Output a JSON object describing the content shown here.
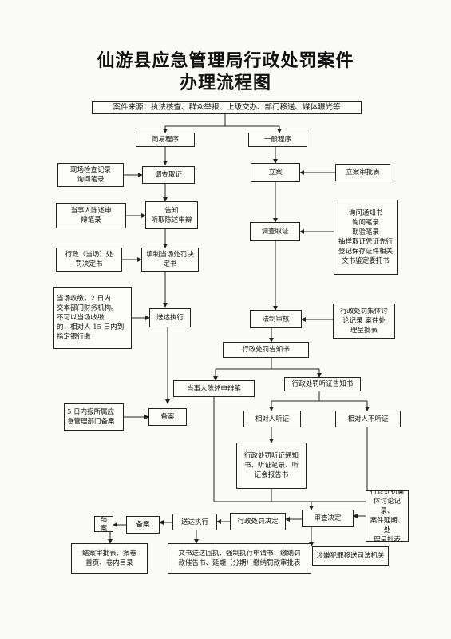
{
  "title_line1": "仙游县应急管理局行政处罚案件",
  "title_line2": "办理流程图",
  "nodes": {
    "source": "案件来源：执法核查、群众举报、上级交办、部门移送、媒体曝光等",
    "simple": "简易程序",
    "general": "一般程序",
    "scene_record": "现场检查记录\n询问笔录",
    "simple_investigate": "调查取证",
    "filing": "立案",
    "filing_form": "立案审批表",
    "statement_record": "当事人陈述申\n辩笔录",
    "notify": "告知\n听取陈述申辩",
    "general_investigate": "调查取证",
    "investigate_docs": "询问通知书\n询问笔录\n勘验笔录\n抽样取证凭证先行\n登记保存证件相关\n文书鉴定委托书",
    "onsite_decision": "行政（当场）处\n罚决定书",
    "fill_decision": "填制当场处罚决\n定书",
    "delivery_note": "当场收缴，2 日内\n交本部门财务机构。\n不可以当场收缴\n的，相对人 15 日内到\n指定银行缴",
    "deliver_execute": "送达执行",
    "legal_review": "法制审核",
    "collective_docs": "行政处罚集体讨\n论记录  案件处\n理呈批表",
    "penalty_notice": "行政处罚告知书",
    "statement_defense": "当事人陈述申辩笔",
    "hearing_notice": "行政处罚听证告知书",
    "hearing": "相对人听证",
    "no_hearing": "相对人不听证",
    "report_note": "5 日内报所属应\n急管理部门备案",
    "filing_record": "备案",
    "hearing_docs": "行政处罚听证通知\n书、听证笔录、听\n证会报告书",
    "review_decision": "审查决定",
    "collective_docs2": "行政处罚集\n体讨论记录、\n案件延期、处\n理呈批表",
    "penalty_decision": "行政处罚决定",
    "deliver_execute2": "送达执行",
    "filing_record2": "备案",
    "close_case": "结案",
    "close_docs": "结案审批表、案卷\n首页、卷内目录",
    "deliver_docs": "文书送达回执、强制执行申请书、缴纳罚\n款催告书、延期（分期）缴纳罚款审批表",
    "transfer": "涉嫌犯罪移送司法机关"
  }
}
